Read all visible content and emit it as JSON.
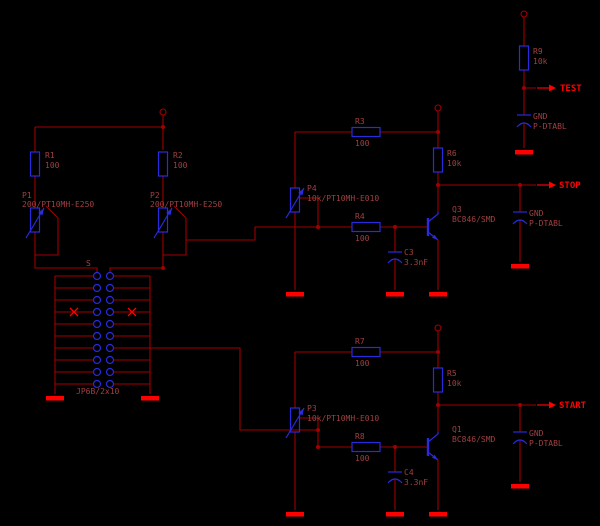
{
  "colors": {
    "background": "#000000",
    "wire": "#A00000",
    "symbol": "#2A2ADF",
    "component_label": "#A04040",
    "signal": "#FF0000"
  },
  "signals": {
    "test": "TEST",
    "stop": "STOP",
    "start": "START"
  },
  "left_section": {
    "r1": {
      "name": "R1",
      "value": "100"
    },
    "r2": {
      "name": "R2",
      "value": "100"
    },
    "p1": {
      "name": "P1",
      "value": "200/PT10MH-E250"
    },
    "p2": {
      "name": "P2",
      "value": "200/PT10MH-E250"
    },
    "connector": {
      "name": "S",
      "value": "JP6B/2x10"
    }
  },
  "test_section": {
    "r9": {
      "name": "R9",
      "value": "10k"
    },
    "pad": {
      "name": "GND",
      "value": "P-DTABL"
    }
  },
  "stop_section": {
    "r3": {
      "name": "R3",
      "value": "100"
    },
    "r4": {
      "name": "R4",
      "value": "100"
    },
    "r6": {
      "name": "R6",
      "value": "10k"
    },
    "p4": {
      "name": "P4",
      "value": "10k/PT10MH-E010"
    },
    "q3": {
      "name": "Q3",
      "value": "BC846/SMD"
    },
    "c3": {
      "name": "C3",
      "value": "3.3nF"
    },
    "pad": {
      "name": "GND",
      "value": "P-DTABL"
    }
  },
  "start_section": {
    "r7": {
      "name": "R7",
      "value": "100"
    },
    "r8": {
      "name": "R8",
      "value": "100"
    },
    "r5": {
      "name": "R5",
      "value": "10k"
    },
    "p3": {
      "name": "P3",
      "value": "10k/PT10MH-E010"
    },
    "q1": {
      "name": "Q1",
      "value": "BC846/SMD"
    },
    "c4": {
      "name": "C4",
      "value": "3.3nF"
    },
    "pad": {
      "name": "GND",
      "value": "P-DTABL"
    }
  }
}
